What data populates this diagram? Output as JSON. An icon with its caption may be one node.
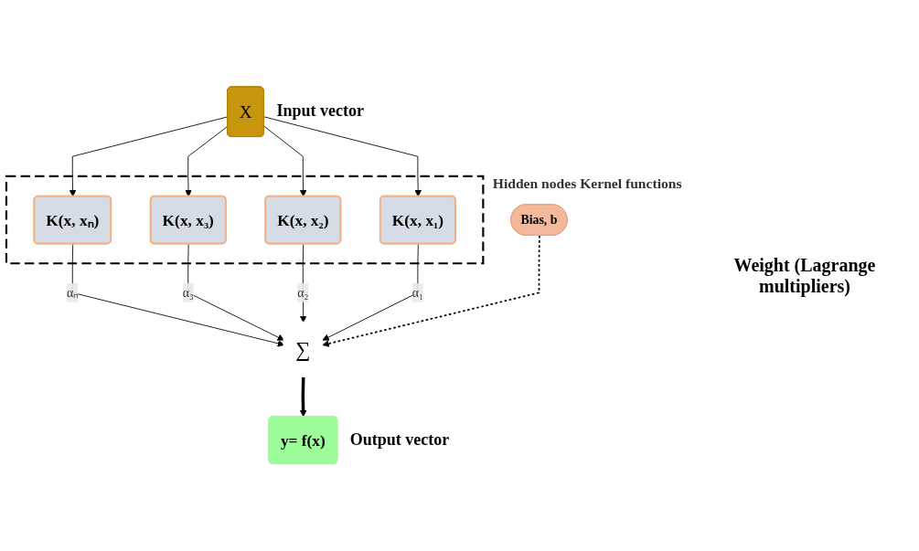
{
  "diagram": {
    "nodes": [
      {
        "text": [
          "X"
        ],
        "beside": [
          "Input vector"
        ]
      },
      {
        "text": [
          "Hidden nodes Kernel functions"
        ]
      },
      {
        "text": [
          "K(x, xₙ)"
        ],
        "in": 1
      },
      {
        "text": [
          "K(x, x₃)"
        ],
        "in": 1
      },
      {
        "text": [
          "K(x, x₂)"
        ],
        "in": 1
      },
      {
        "text": [
          "K(x, x₁)"
        ],
        "in": 1
      },
      {
        "text": [
          "∑"
        ]
      },
      {
        "text": [
          "Bias, b"
        ]
      },
      {
        "text": [
          "y= f(x)"
        ],
        "beside": [
          "Output vector"
        ]
      }
    ],
    "edges": [
      {
        "from": 0,
        "to": 2,
        "arrow": "to"
      },
      {
        "from": 0,
        "to": 3,
        "arrow": "to"
      },
      {
        "from": 0,
        "to": 4,
        "arrow": "to"
      },
      {
        "from": 0,
        "to": 5,
        "arrow": "to"
      },
      {
        "from": 2,
        "to": 6,
        "arrow": "to",
        "label": "αₙ"
      },
      {
        "from": 3,
        "to": 6,
        "arrow": "to",
        "label": "α₃"
      },
      {
        "from": 4,
        "to": 6,
        "arrow": "to",
        "label": "α₂"
      },
      {
        "from": 5,
        "to": 6,
        "arrow": "to",
        "label": "α₁"
      },
      {
        "from": 7,
        "to": 6,
        "arrow": "to",
        "style": "dashed"
      },
      {
        "from": 6,
        "to": 8,
        "arrow": "to",
        "style": "thick"
      }
    ],
    "labels": [
      "Weight (Lagrange multipliers)"
    ]
  }
}
